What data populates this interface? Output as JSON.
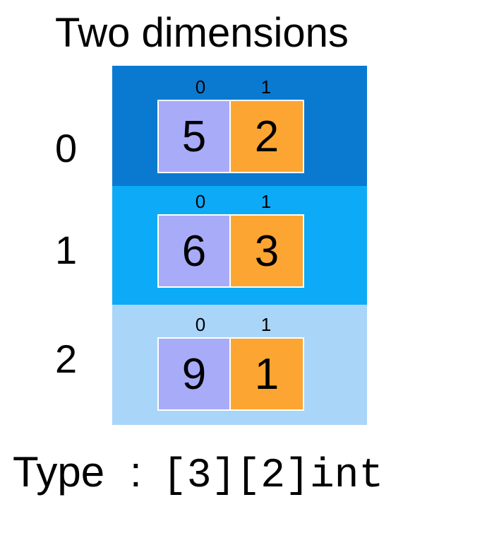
{
  "title": "Two dimensions",
  "colors": {
    "row_backgrounds": [
      "#0a7ad1",
      "#0dabf7",
      "#a9d5f9"
    ],
    "cell_left": "#a8abf8",
    "cell_right": "#fda532"
  },
  "rows": [
    {
      "index": "0",
      "col_indices": [
        "0",
        "1"
      ],
      "values": [
        "5",
        "2"
      ]
    },
    {
      "index": "1",
      "col_indices": [
        "0",
        "1"
      ],
      "values": [
        "6",
        "3"
      ]
    },
    {
      "index": "2",
      "col_indices": [
        "0",
        "1"
      ],
      "values": [
        "9",
        "1"
      ]
    }
  ],
  "type_line": {
    "label": "Type",
    "separator": ":",
    "value": "[3][2]int"
  }
}
